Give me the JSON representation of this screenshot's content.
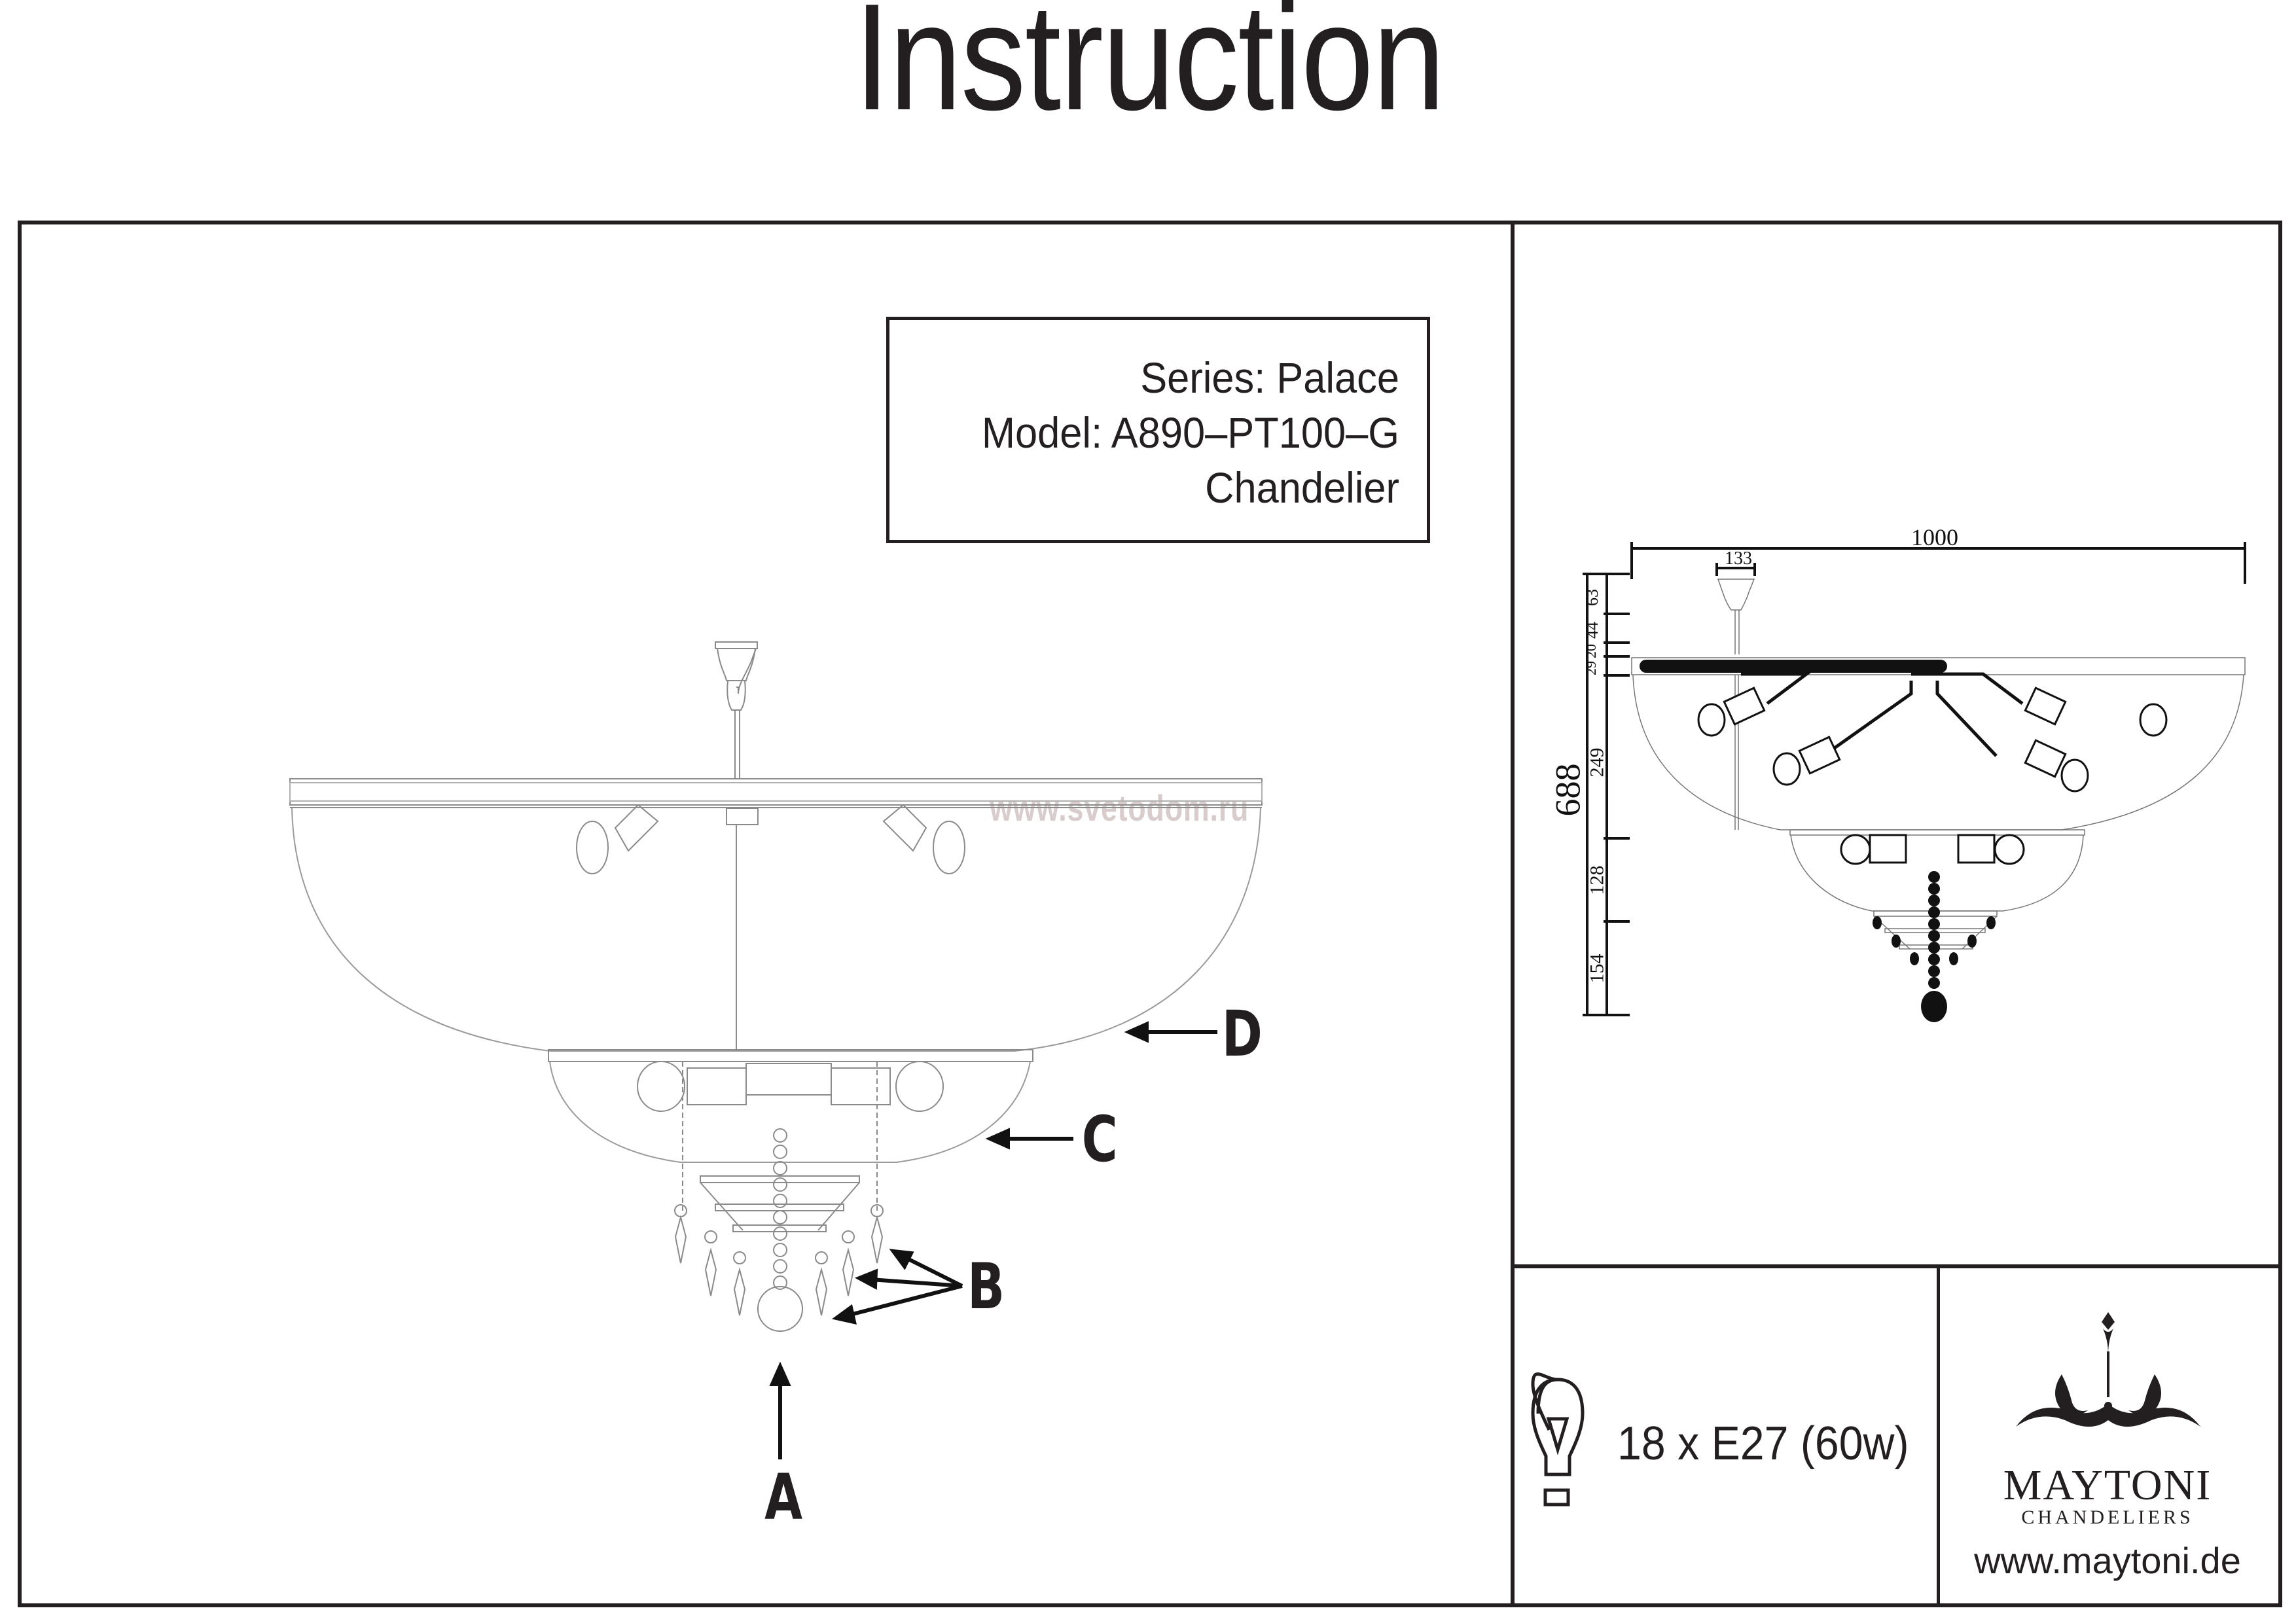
{
  "document": {
    "title": "Instruction",
    "watermark": "www.svetodom.ru"
  },
  "product": {
    "series_line": "Series: Palace",
    "model_line": "Model: A890–PT100–G",
    "type_line": "Chandelier"
  },
  "callouts": [
    {
      "label": "A",
      "part": "bottom crystal ball"
    },
    {
      "label": "B",
      "part": "crystal pendants"
    },
    {
      "label": "C",
      "part": "lower glass bowl"
    },
    {
      "label": "D",
      "part": "upper glass bowl"
    }
  ],
  "dimensions": {
    "unit": "mm",
    "width_total": "1000",
    "canopy_width": "133",
    "height_total": "688",
    "height_segments": [
      "63",
      "44",
      "20",
      "29",
      "249",
      "128",
      "154"
    ]
  },
  "bulb_spec": {
    "icon": "lightbulb-icon",
    "text": "18 x E27 (60w)"
  },
  "brand": {
    "logo_icon": "maytoni-ornament-logo",
    "name": "MAYTONI",
    "tagline": "CHANDELIERS",
    "url": "www.maytoni.de"
  }
}
